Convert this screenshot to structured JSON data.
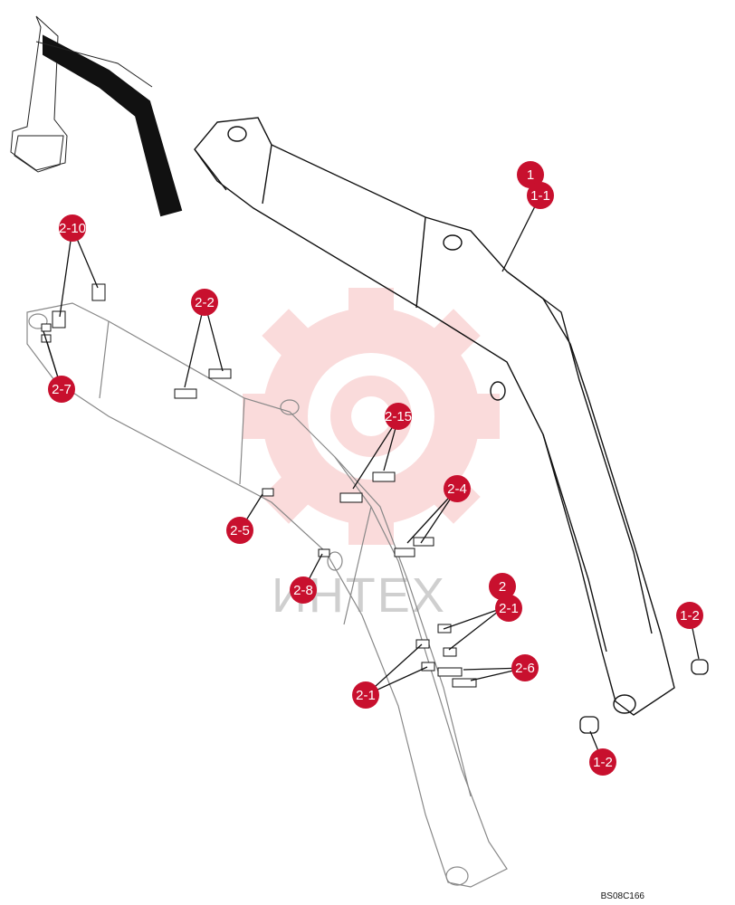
{
  "watermark": {
    "text": "ИНТЕХ",
    "color": "#f29a9a"
  },
  "drawing_code": "BS08C166",
  "callout_color": "#c8102e",
  "callouts": {
    "c1": "1",
    "c1_1": "1-1",
    "c1_2a": "1-2",
    "c1_2b": "1-2",
    "c2": "2",
    "c2_1a": "2-1",
    "c2_1b": "2-1",
    "c2_2": "2-2",
    "c2_4": "2-4",
    "c2_5": "2-5",
    "c2_6": "2-6",
    "c2_7": "2-7",
    "c2_8": "2-8",
    "c2_10": "2-10",
    "c2_15": "2-15"
  }
}
